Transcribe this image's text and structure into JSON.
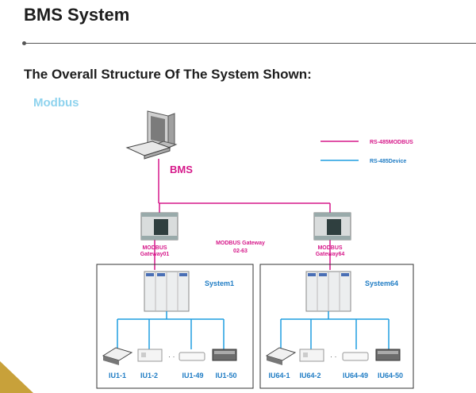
{
  "title": "BMS System",
  "heading": "The Overall Structure Of The System Shown:",
  "protocol_label": "Modbus",
  "legend": {
    "rs485_modbus": "RS-485MODBUS",
    "rs485_device": "RS-485Device",
    "modbus_color": "#d6198a",
    "device_color": "#1f9de0"
  },
  "bms_label": "BMS",
  "gateways": {
    "left": "MODBUS Gateway01",
    "left_line1": "MODBUS",
    "left_line2": "Gateway01",
    "middle_line1": "MODBUS Gateway",
    "middle_line2": "02-63",
    "right_line1": "MODBUS",
    "right_line2": "Gateway64"
  },
  "systems": {
    "left": "System1",
    "right": "System64"
  },
  "indoor_units": {
    "left": [
      "IU1-1",
      "IU1-2",
      "IU1-49",
      "IU1-50"
    ],
    "right": [
      "IU64-1",
      "IU64-2",
      "IU64-49",
      "IU64-50"
    ]
  }
}
